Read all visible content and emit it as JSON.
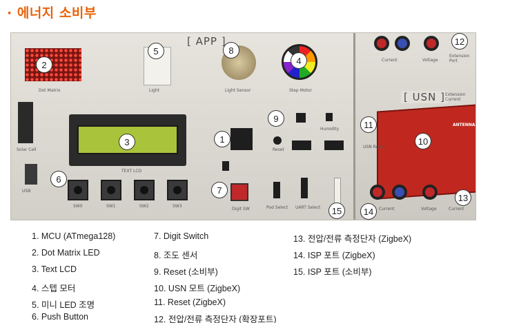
{
  "heading": "· 에너지 소비부",
  "photo": {
    "app_label": "[ APP ]",
    "usn_label": "[ USN ]",
    "small_labels": {
      "dot_matrix": "Dot Matrix",
      "light": "Light",
      "light_sensor": "Light Sensor",
      "step_motor": "Step Motor",
      "text_lcd": "TEXT LCD",
      "reset": "Reset",
      "humidity": "Humidity",
      "digit_sw": "Digit SW",
      "pod_select": "Pod Select",
      "uart_select": "UART Select",
      "sw0": "SW0",
      "sw1": "SW1",
      "sw2": "SW2",
      "sw3": "SW3",
      "solar_cell": "Solar Cell",
      "usb": "USB",
      "current_top": "Current",
      "voltage_top": "Voltage",
      "extension_port": "Extension Port",
      "extension_current": "Extension Current",
      "usn_reset": "USN Reset",
      "current_bottom": "Current",
      "voltage_bottom": "Voltage",
      "current_right": "Current",
      "antenna": "ANTENNA"
    },
    "badges": [
      "1",
      "2",
      "3",
      "4",
      "5",
      "6",
      "7",
      "8",
      "9",
      "10",
      "11",
      "12",
      "13",
      "14",
      "15"
    ]
  },
  "legend": [
    "1. MCU (ATmega128)",
    "2. Dot Matrix LED",
    "3. Text LCD",
    "4. 스텝 모터",
    "5. 미니 LED 조명",
    "6. Push Button",
    "7. Digit Switch",
    "8. 조도 센서",
    "9. Reset (소비부)",
    "10. USN 모트 (ZigbeX)",
    "11. Reset (ZigbeX)",
    "12. 전압/전류 측정단자 (확장포트)",
    "13. 전압/전류 측정단자 (ZigbeX)",
    "14. ISP 포트 (ZigbeX)",
    "15. ISP 포트 (소비부)"
  ]
}
